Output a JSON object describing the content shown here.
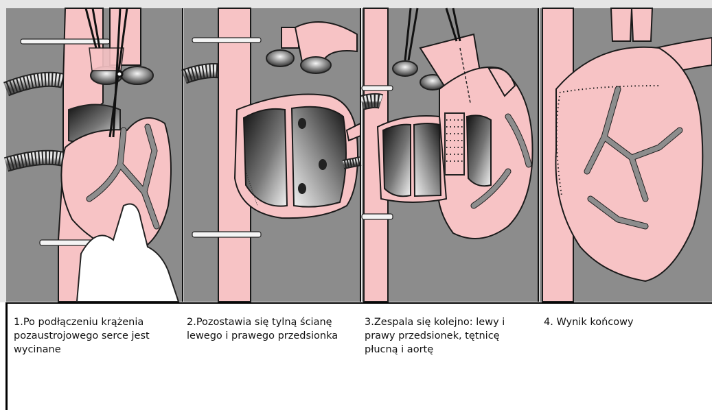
{
  "captions": {
    "step1": "1.Po podłączeniu krążenia pozaustrojowego serce jest wycinane",
    "step2": "2.Pozostawia się tylną ścianę lewego i prawego przedsionka",
    "step3": "3.Zespala się kolejno: lewy i prawy przedsionek, tętnicę płucną i aortę",
    "step4": "4. Wynik końcowy"
  },
  "colors": {
    "tissue": "#f7c3c5",
    "background_panel": "#8c8c8c",
    "outline": "#1a1a1a"
  },
  "panels": [
    {
      "step": 1,
      "illustration": "heart-being-excised"
    },
    {
      "step": 2,
      "illustration": "atrial-back-walls-left"
    },
    {
      "step": 3,
      "illustration": "anastomosis-sequence"
    },
    {
      "step": 4,
      "illustration": "transplanted-heart-result"
    }
  ]
}
